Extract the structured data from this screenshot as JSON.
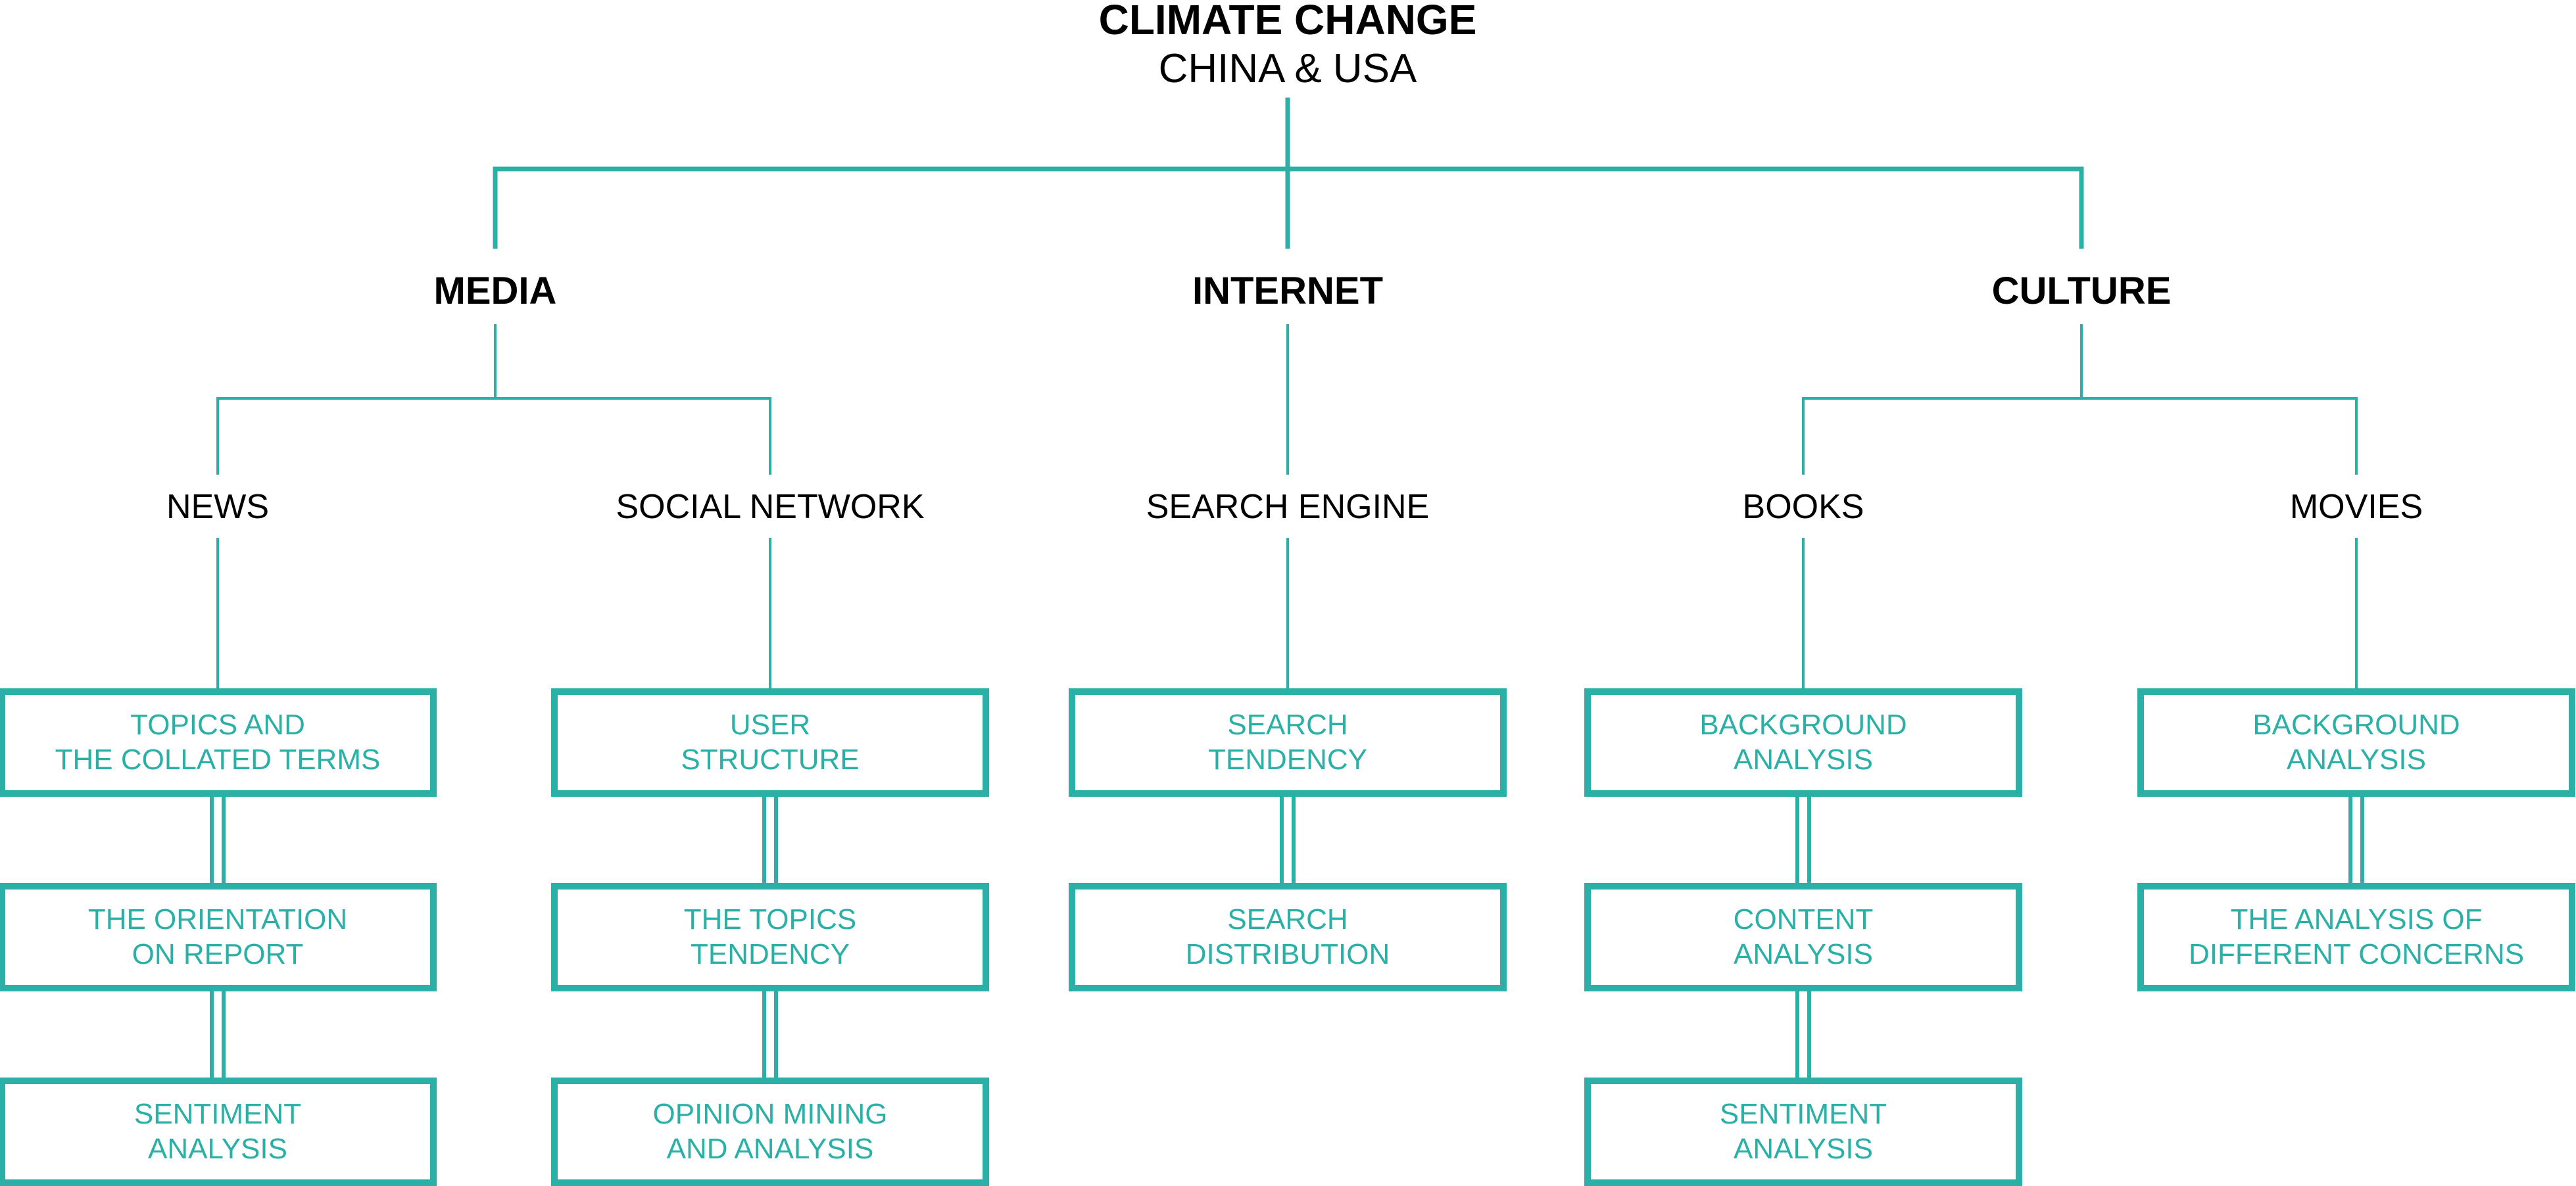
{
  "colors": {
    "accent": "#2ab0a6",
    "text": "#000000"
  },
  "root": {
    "title": "CLIMATE CHANGE",
    "subtitle": "CHINA & USA"
  },
  "categories": [
    {
      "label": "MEDIA",
      "children": [
        {
          "label": "NEWS",
          "boxes": [
            [
              "TOPICS AND",
              "THE COLLATED TERMS"
            ],
            [
              "THE ORIENTATION",
              "ON REPORT"
            ],
            [
              "SENTIMENT",
              "ANALYSIS"
            ]
          ]
        },
        {
          "label": "SOCIAL NETWORK",
          "boxes": [
            [
              "USER",
              "STRUCTURE"
            ],
            [
              "THE TOPICS",
              "TENDENCY"
            ],
            [
              "OPINION MINING",
              "AND ANALYSIS"
            ]
          ]
        }
      ]
    },
    {
      "label": "INTERNET",
      "children": [
        {
          "label": "SEARCH ENGINE",
          "boxes": [
            [
              "SEARCH",
              "TENDENCY"
            ],
            [
              "SEARCH",
              "DISTRIBUTION"
            ]
          ]
        }
      ]
    },
    {
      "label": "CULTURE",
      "children": [
        {
          "label": "BOOKS",
          "boxes": [
            [
              "BACKGROUND",
              "ANALYSIS"
            ],
            [
              "CONTENT",
              "ANALYSIS"
            ],
            [
              "SENTIMENT",
              "ANALYSIS"
            ]
          ]
        },
        {
          "label": "MOVIES",
          "boxes": [
            [
              "BACKGROUND",
              "ANALYSIS"
            ],
            [
              "THE ANALYSIS OF",
              "DIFFERENT CONCERNS"
            ]
          ]
        }
      ]
    }
  ]
}
